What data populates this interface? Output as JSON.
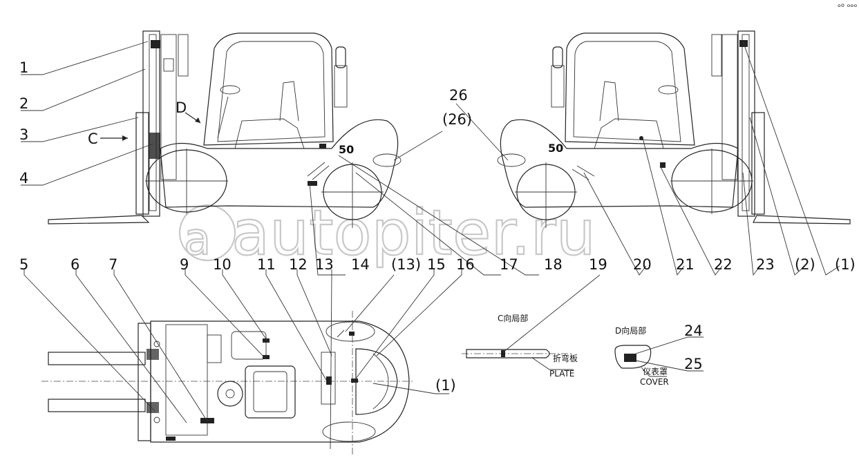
{
  "watermark": "autopiter.ru",
  "corner_mark": "ᵒ⁰ ᵒᵒᵒ",
  "view_labels": {
    "c_arrow": "C",
    "d_arrow": "D",
    "c_detail": "C向局部",
    "d_detail": "D向局部"
  },
  "part_labels": {
    "plate_cn": "折弯板",
    "plate_en": "PLATE",
    "cover_cn": "仪表罩",
    "cover_en": "COVER"
  },
  "badge": "50",
  "callouts": {
    "c1": "1",
    "c2": "2",
    "c3": "3",
    "c4": "4",
    "c5": "5",
    "c6": "6",
    "c7": "7",
    "c9": "9",
    "c10": "10",
    "c11": "11",
    "c12": "12",
    "c13": "13",
    "c13p": "(13)",
    "c14": "14",
    "c15": "15",
    "c16": "16",
    "c17": "17",
    "c18": "18",
    "c19": "19",
    "c20": "20",
    "c21": "21",
    "c22": "22",
    "c23": "23",
    "c24": "24",
    "c25": "25",
    "c26": "26",
    "c26p": "(26)",
    "c2p": "(2)",
    "c1p": "(1)",
    "c1p_top": "(1)"
  }
}
